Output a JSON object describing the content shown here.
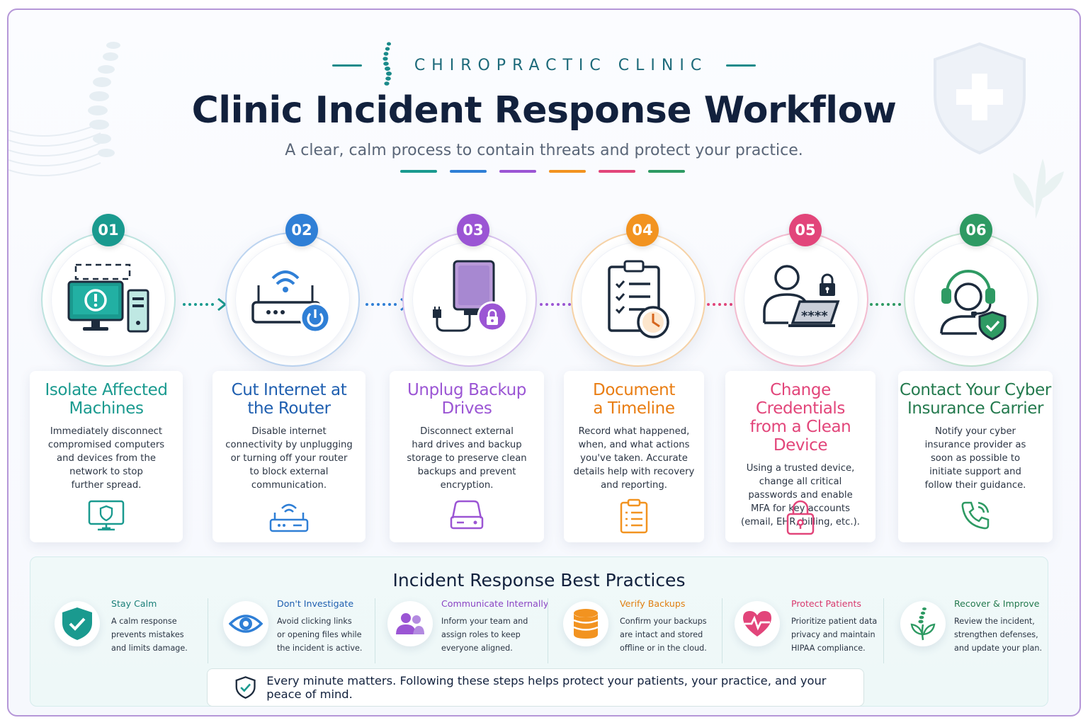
{
  "header": {
    "brand": "CHIROPRACTIC CLINIC",
    "title": "Clinic Incident Response Workflow",
    "subtitle": "A clear, calm process to contain threats and protect your practice."
  },
  "accent_colors": [
    "#1a9a8f",
    "#2f7fd6",
    "#9b55d4",
    "#f29320",
    "#e2457a",
    "#2e9a63"
  ],
  "steps": [
    {
      "number": "01",
      "title_line1": "Isolate Affected",
      "title_line2": "Machines",
      "description": [
        "Immediately disconnect",
        "compromised computers",
        "and devices from the",
        "network to stop",
        "further spread."
      ],
      "icon": "computer-alert-icon",
      "mini_icon": "monitor-shield-icon",
      "color": "#1a9a8f"
    },
    {
      "number": "02",
      "title_line1": "Cut Internet at",
      "title_line2": "the Router",
      "description": [
        "Disable internet",
        "connectivity by unplugging",
        "or turning off your router",
        "to block external",
        "communication."
      ],
      "icon": "router-power-icon",
      "mini_icon": "router-icon",
      "color": "#2f7fd6"
    },
    {
      "number": "03",
      "title_line1": "Unplug Backup",
      "title_line2": "Drives",
      "description": [
        "Disconnect external",
        "hard drives and backup",
        "storage to preserve clean",
        "backups and prevent",
        "encryption."
      ],
      "icon": "backup-drive-lock-icon",
      "mini_icon": "hard-drive-icon",
      "color": "#9b55d4"
    },
    {
      "number": "04",
      "title_line1": "Document",
      "title_line2": "a Timeline",
      "description": [
        "Record what happened,",
        "when, and what actions",
        "you've taken. Accurate",
        "details help with recovery",
        "and reporting."
      ],
      "icon": "clipboard-clock-icon",
      "mini_icon": "checklist-icon",
      "color": "#f29320"
    },
    {
      "number": "05",
      "title_line1": "Change Credentials",
      "title_line2": "from a Clean Device",
      "description": [
        "Using a trusted device,",
        "change all critical",
        "passwords and enable",
        "MFA for key accounts",
        "(email, EHR, billing, etc.)."
      ],
      "icon": "user-laptop-lock-icon",
      "mini_icon": "padlock-icon",
      "color": "#e2457a"
    },
    {
      "number": "06",
      "title_line1": "Contact Your Cyber",
      "title_line2": "Insurance Carrier",
      "description": [
        "Notify your cyber",
        "insurance provider as",
        "soon as possible to",
        "initiate support and",
        "follow their guidance."
      ],
      "icon": "headset-agent-shield-icon",
      "mini_icon": "phone-icon",
      "color": "#2e9a63"
    }
  ],
  "best_practices": {
    "title": "Incident Response Best Practices",
    "items": [
      {
        "title": "Stay Calm",
        "description": [
          "A calm response",
          "prevents mistakes",
          "and limits damage."
        ],
        "icon": "shield-check-icon",
        "color": "#1a9a8f"
      },
      {
        "title": "Don't Investigate",
        "description": [
          "Avoid clicking links",
          "or opening files while",
          "the incident is active."
        ],
        "icon": "eye-icon",
        "color": "#2f7fd6"
      },
      {
        "title": "Communicate Internally",
        "description": [
          "Inform your team and",
          "assign roles to keep",
          "everyone aligned."
        ],
        "icon": "team-icon",
        "color": "#9b55d4"
      },
      {
        "title": "Verify Backups",
        "description": [
          "Confirm your backups",
          "are intact and stored",
          "offline or in the cloud."
        ],
        "icon": "database-icon",
        "color": "#f29320"
      },
      {
        "title": "Protect Patients",
        "description": [
          "Prioritize patient data",
          "privacy and maintain",
          "HIPAA compliance."
        ],
        "icon": "heart-pulse-icon",
        "color": "#e2457a"
      },
      {
        "title": "Recover & Improve",
        "description": [
          "Review the incident,",
          "strengthen defenses,",
          "and update your plan."
        ],
        "icon": "spine-leaf-icon",
        "color": "#2e9a63"
      }
    ]
  },
  "footer": {
    "text": "Every minute matters. Following these steps helps protect your patients, your practice, and your peace of mind.",
    "icon": "shield-check-outline-icon"
  }
}
